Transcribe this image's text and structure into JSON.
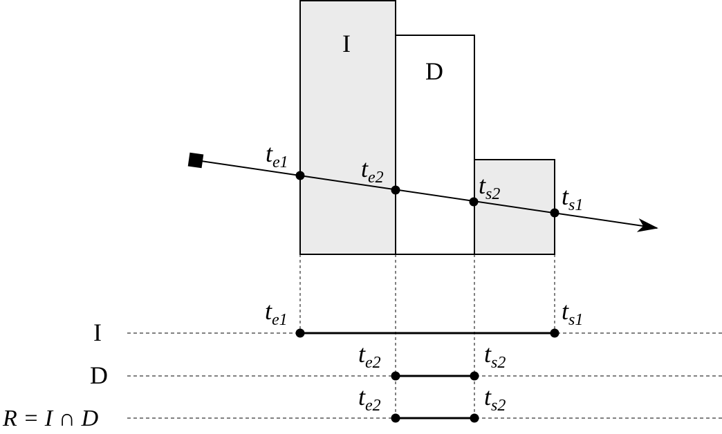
{
  "shapes": {
    "box_i_label": "I",
    "box_d_label": "D"
  },
  "ray_points": {
    "te1": {
      "base": "t",
      "sub": "e1"
    },
    "te2": {
      "base": "t",
      "sub": "e2"
    },
    "ts2": {
      "base": "t",
      "sub": "s2"
    },
    "ts1": {
      "base": "t",
      "sub": "s1"
    }
  },
  "intervals": {
    "row_i": {
      "label": "I",
      "start": {
        "base": "t",
        "sub": "e1"
      },
      "end": {
        "base": "t",
        "sub": "s1"
      }
    },
    "row_d": {
      "label": "D",
      "start": {
        "base": "t",
        "sub": "e2"
      },
      "end": {
        "base": "t",
        "sub": "s2"
      }
    },
    "row_r": {
      "label": "R = I ∩ D",
      "start": {
        "base": "t",
        "sub": "e2"
      },
      "end": {
        "base": "t",
        "sub": "s2"
      }
    }
  },
  "colors": {
    "fill_gray": "#ebebeb",
    "fill_white": "#ffffff",
    "stroke": "#000000"
  }
}
